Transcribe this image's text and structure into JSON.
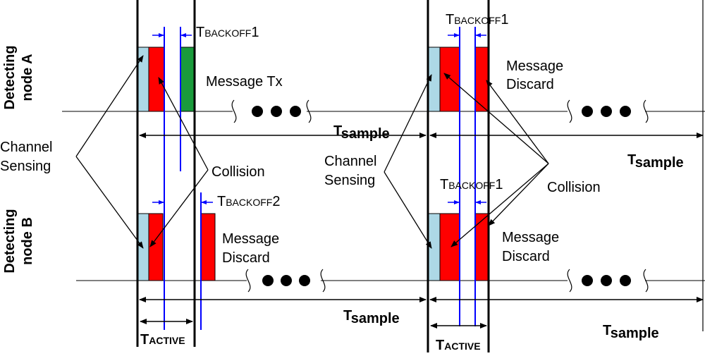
{
  "rows": {
    "a": {
      "label_line1": "Detecting",
      "label_line2": "node A"
    },
    "b": {
      "label_line1": "Detecting",
      "label_line2": "node B"
    }
  },
  "labels": {
    "t_letter": "T",
    "backoff_sub": "BACKOFF",
    "backoff_1": "1",
    "backoff_2": "2",
    "sample_sub": "sample",
    "active_sub": "ACTIVE",
    "message_tx": "Message Tx",
    "message": "Message",
    "discard": "Discard",
    "channel": "Channel",
    "sensing": "Sensing",
    "collision": "Collision"
  },
  "colors": {
    "sensing": "#add8e6",
    "collision": "#ff0000",
    "transmit": "#1a9b3c",
    "marker": "#0000ff",
    "line": "#000000"
  }
}
